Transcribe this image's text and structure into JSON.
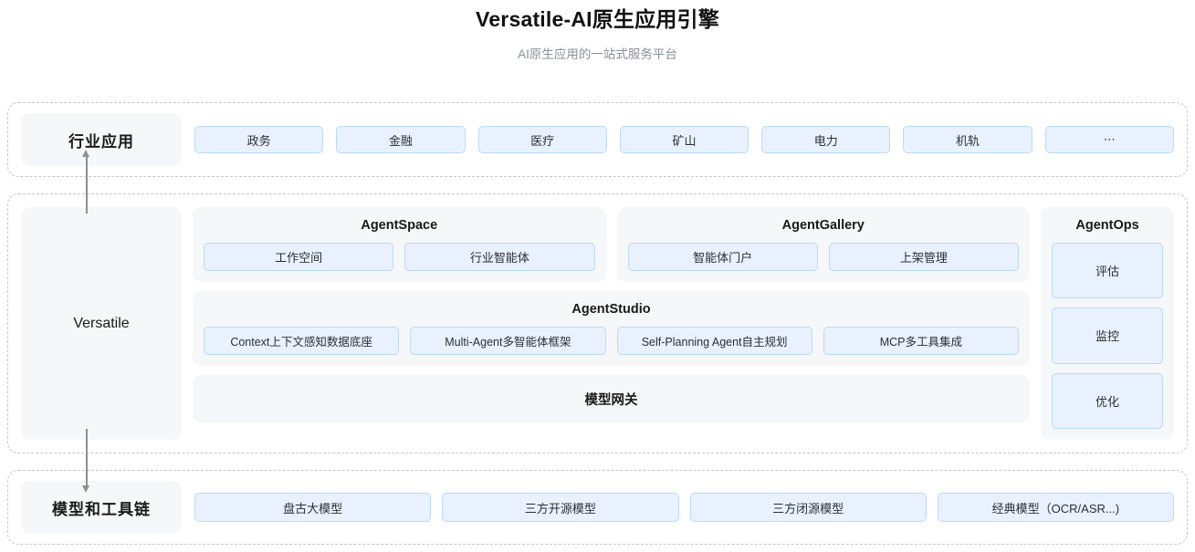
{
  "header": {
    "title": "Versatile-AI原生应用引擎",
    "subtitle": "AI原生应用的一站式服务平台"
  },
  "industry": {
    "label": "行业应用",
    "tiles": [
      {
        "label": "政务"
      },
      {
        "label": "金融"
      },
      {
        "label": "医疗"
      },
      {
        "label": "矿山"
      },
      {
        "label": "电力"
      },
      {
        "label": "机轨"
      },
      {
        "label": "⋯"
      }
    ]
  },
  "platform": {
    "label": "Versatile",
    "agentspace": {
      "title": "AgentSpace",
      "tiles": [
        {
          "label": "工作空间"
        },
        {
          "label": "行业智能体"
        }
      ]
    },
    "agentgallery": {
      "title": "AgentGallery",
      "tiles": [
        {
          "label": "智能体门户"
        },
        {
          "label": "上架管理"
        }
      ]
    },
    "agentstudio": {
      "title": "AgentStudio",
      "tiles": [
        {
          "label": "Context上下文感知数据底座"
        },
        {
          "label": "Multi-Agent多智能体框架"
        },
        {
          "label": "Self-Planning Agent自主规划"
        },
        {
          "label": "MCP多工具集成"
        }
      ]
    },
    "gateway": {
      "label": "模型网关"
    },
    "agentops": {
      "title": "AgentOps",
      "tiles": [
        {
          "label": "评估"
        },
        {
          "label": "监控"
        },
        {
          "label": "优化"
        }
      ]
    }
  },
  "models": {
    "label": "模型和工具链",
    "tiles": [
      {
        "label": "盘古大模型"
      },
      {
        "label": "三方开源模型"
      },
      {
        "label": "三方闭源模型"
      },
      {
        "label": "经典模型（OCR/ASR...)"
      }
    ]
  },
  "colors": {
    "tile_fill": "#e8f1fd",
    "tile_border": "#bcd9f8",
    "card_fill": "#f6f7f8",
    "dashed_border": "#c3c6cc",
    "arrow": "#8c9096",
    "subtitle_text": "#8a8f99"
  }
}
